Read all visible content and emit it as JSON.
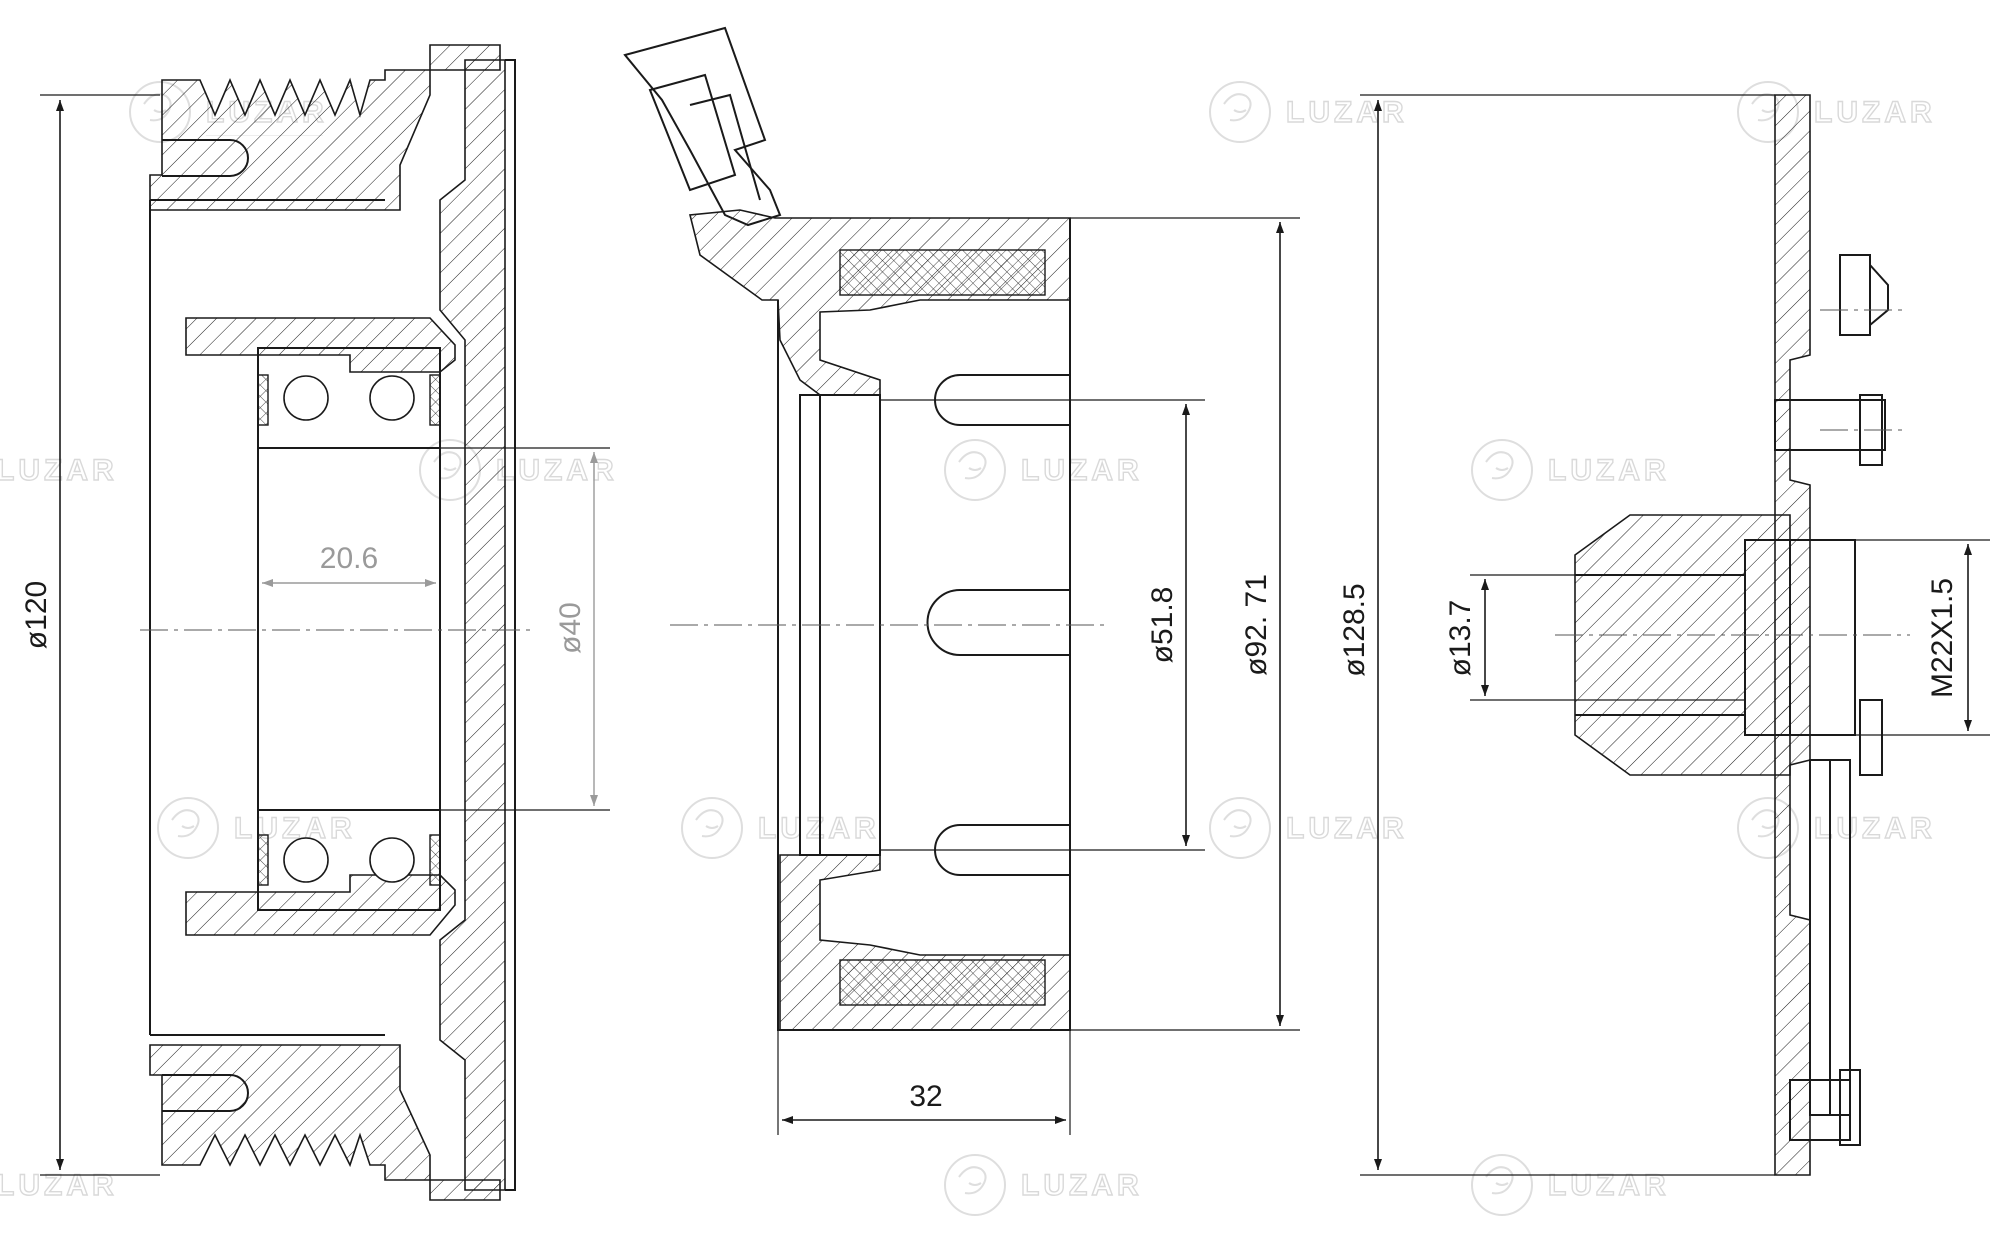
{
  "brand": {
    "watermark": "LUZAR"
  },
  "dimensions": {
    "pulley_diameter": "ø120",
    "bearing_width": "20.6",
    "bearing_bore": "ø40",
    "coil_inner_diameter": "ø51.8",
    "coil_outer_diameter": "ø92. 71",
    "coil_width": "32",
    "hub_diameter": "ø128.5",
    "shaft_diameter": "ø13.7",
    "thread": "M22X1.5"
  },
  "colors": {
    "line": "#1a1a1a",
    "light_dimension": "#9a9a9a",
    "watermark": "#d9d9d9"
  }
}
